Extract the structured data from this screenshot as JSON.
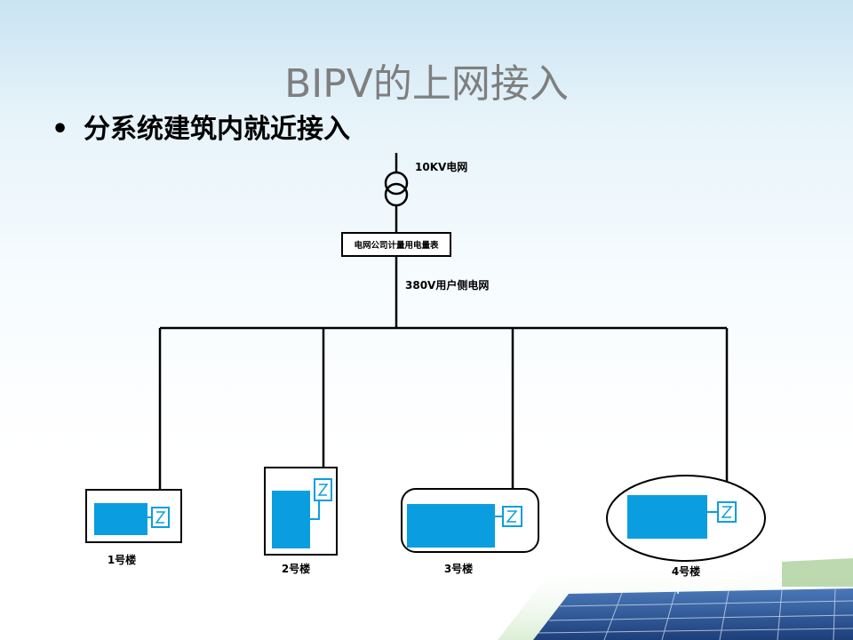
{
  "slide": {
    "title": "BIPV的上网接入",
    "bullet": "分系统建筑内就近接入"
  },
  "diagram": {
    "grid_label": "10KV电网",
    "meter_label": "电网公司计量用电量表",
    "user_side_label": "380V用户侧电网",
    "buildings": [
      {
        "label": "1号楼"
      },
      {
        "label": "2号楼"
      },
      {
        "label": "3号楼"
      },
      {
        "label": "4号楼"
      }
    ],
    "colors": {
      "pv_panel": "#0a9ee0",
      "line": "#000000",
      "inverter_stroke": "#0a9ee0",
      "title_gray": "#7f7f7f"
    },
    "icons": {
      "transformer": "transformer-icon",
      "inverter": "inverter-icon",
      "pv_array": "solar-array-icon"
    }
  }
}
